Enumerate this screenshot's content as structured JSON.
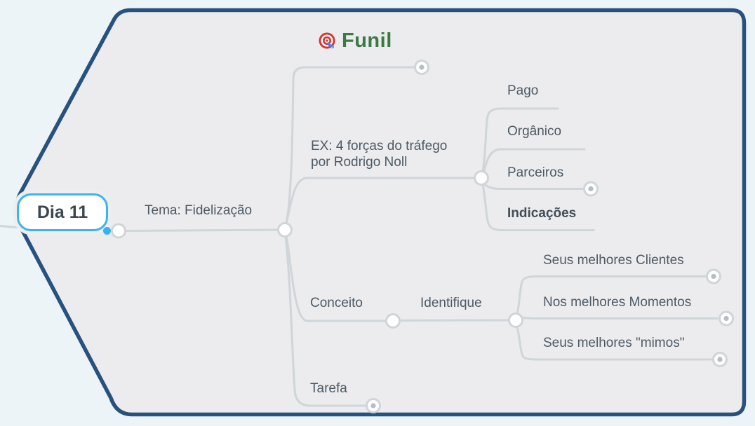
{
  "title": {
    "icon": "target-icon",
    "text": "Funil"
  },
  "map": {
    "root": {
      "label": "Dia 11",
      "selected": true
    },
    "tema": {
      "label": "Tema: Fidelização"
    },
    "branches": {
      "top_collapsed": {
        "label": "",
        "collapsed": true
      },
      "ex": {
        "line1": "EX: 4 forças do tráfego",
        "line2": "por Rodrigo Noll",
        "children": {
          "pago": {
            "label": "Pago"
          },
          "organico": {
            "label": "Orgânico"
          },
          "parceiros": {
            "label": "Parceiros",
            "collapsed": true
          },
          "indicacoes": {
            "label": "Indicações",
            "bold": true
          }
        }
      },
      "conceito": {
        "label": "Conceito",
        "identifique": {
          "label": "Identifique",
          "children": {
            "clientes": {
              "label": "Seus melhores Clientes",
              "collapsed": true
            },
            "momentos": {
              "label": "Nos melhores Momentos",
              "collapsed": true
            },
            "mimos": {
              "label": "Seus melhores \"mimos\"",
              "collapsed": true
            }
          }
        }
      },
      "tarefa": {
        "label": "Tarefa",
        "collapsed": true
      }
    }
  },
  "colors": {
    "boundary": "#27517e",
    "canvas_outside": "#edf4f8",
    "canvas_inside": "#ececee",
    "branch_line": "#cfd5d9",
    "text": "#4d5a65",
    "title_green": "#3a7b41",
    "selected_node_border": "#3db4f0",
    "selected_node_dot": "#35b3f0"
  }
}
